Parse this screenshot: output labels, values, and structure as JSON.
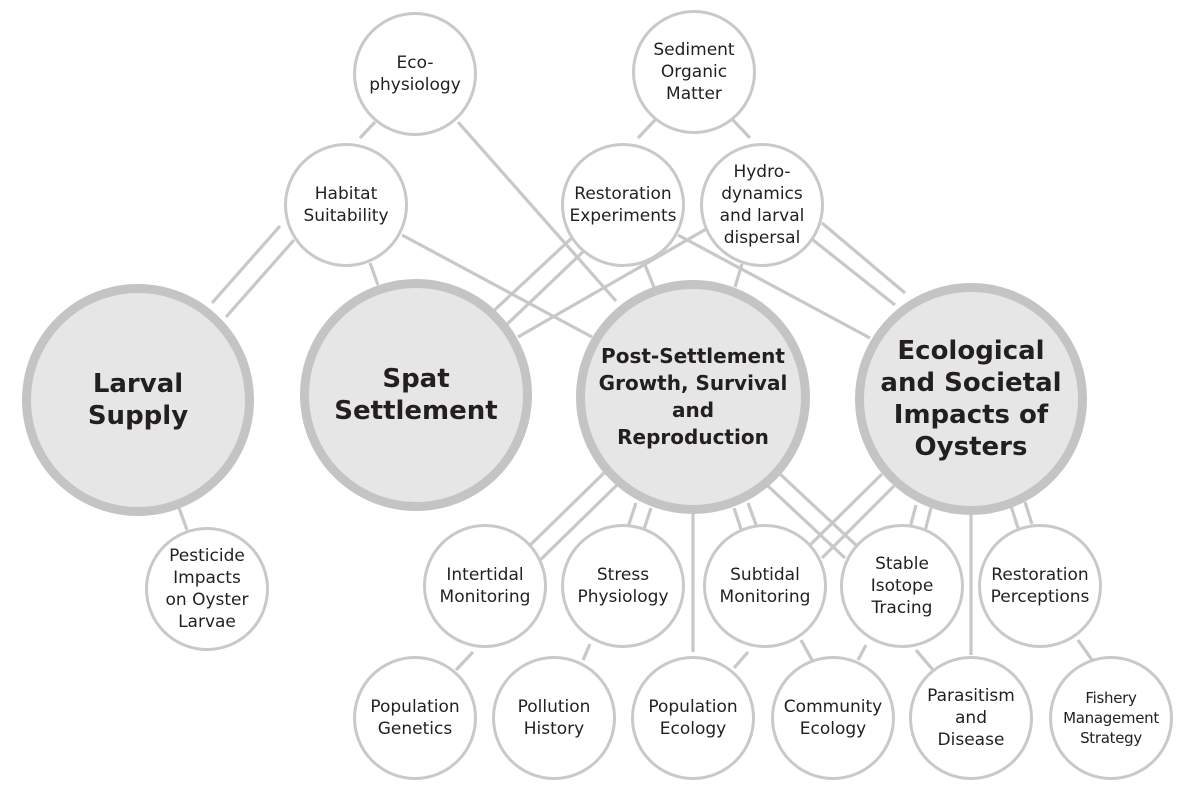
{
  "nodes": {
    "larval_supply": "Larval\nSupply",
    "spat_settlement": "Spat\nSettlement",
    "post_settlement": "Post-Settlement\nGrowth, Survival\nand\nReproduction",
    "ecological_impacts": "Ecological\nand Societal\nImpacts of\nOysters",
    "ecophysiology": "Eco-\nphysiology",
    "sediment_organic_matter": "Sediment\nOrganic\nMatter",
    "habitat_suitability": "Habitat\nSuitability",
    "restoration_experiments": "Restoration\nExperiments",
    "hydrodynamics": "Hydro-\ndynamics\nand larval\ndispersal",
    "pesticide_impacts": "Pesticide\nImpacts\non Oyster\nLarvae",
    "intertidal_monitoring": "Intertidal\nMonitoring",
    "stress_physiology": "Stress\nPhysiology",
    "subtidal_monitoring": "Subtidal\nMonitoring",
    "stable_isotope": "Stable\nIsotope\nTracing",
    "restoration_perceptions": "Restoration\nPerceptions",
    "population_genetics": "Population\nGenetics",
    "pollution_history": "Pollution\nHistory",
    "population_ecology": "Population\nEcology",
    "community_ecology": "Community\nEcology",
    "parasitism_disease": "Parasitism\nand\nDisease",
    "fishery_management": "Fishery\nManagement\nStrategy"
  },
  "colors": {
    "major_fill": "#e6e6e6",
    "major_border": "#c4c4c4",
    "minor_fill": "#ffffff",
    "minor_border": "#c9c9c9",
    "connector": "#c8c8c8",
    "text": "#231f20"
  }
}
